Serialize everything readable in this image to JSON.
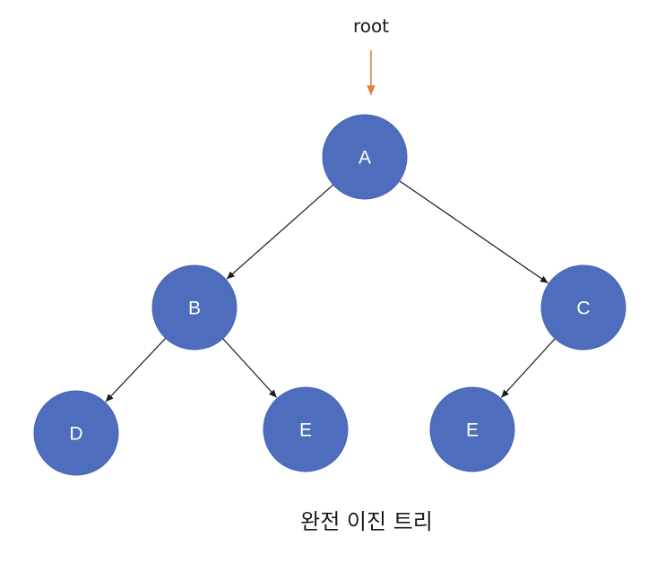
{
  "root_label": "root",
  "caption": "완전 이진 트리",
  "colors": {
    "node_fill": "#4e6dbd",
    "node_text": "#ffffff",
    "edge": "#1a1a1a",
    "root_arrow": "#e0803a"
  },
  "nodes": [
    {
      "id": "A",
      "label": "A"
    },
    {
      "id": "B",
      "label": "B"
    },
    {
      "id": "C",
      "label": "C"
    },
    {
      "id": "D",
      "label": "D"
    },
    {
      "id": "E1",
      "label": "E"
    },
    {
      "id": "E2",
      "label": "E"
    }
  ],
  "edges": [
    {
      "from": "A",
      "to": "B"
    },
    {
      "from": "A",
      "to": "C"
    },
    {
      "from": "B",
      "to": "D"
    },
    {
      "from": "B",
      "to": "E1"
    },
    {
      "from": "C",
      "to": "E2"
    }
  ]
}
